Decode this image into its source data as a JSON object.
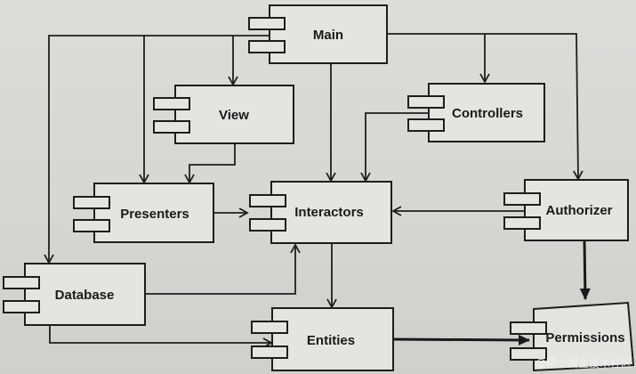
{
  "diagram": {
    "type": "component-diagram",
    "components": [
      {
        "id": "main",
        "label": "Main"
      },
      {
        "id": "view",
        "label": "View"
      },
      {
        "id": "controllers",
        "label": "Controllers"
      },
      {
        "id": "presenters",
        "label": "Presenters"
      },
      {
        "id": "interactors",
        "label": "Interactors"
      },
      {
        "id": "authorizer",
        "label": "Authorizer"
      },
      {
        "id": "database",
        "label": "Database"
      },
      {
        "id": "entities",
        "label": "Entities"
      },
      {
        "id": "permissions",
        "label": "Permissions"
      }
    ],
    "dependencies": [
      {
        "from": "main",
        "to": "view"
      },
      {
        "from": "main",
        "to": "controllers"
      },
      {
        "from": "main",
        "to": "presenters"
      },
      {
        "from": "main",
        "to": "interactors"
      },
      {
        "from": "main",
        "to": "authorizer"
      },
      {
        "from": "main",
        "to": "database"
      },
      {
        "from": "view",
        "to": "presenters"
      },
      {
        "from": "controllers",
        "to": "interactors"
      },
      {
        "from": "presenters",
        "to": "interactors"
      },
      {
        "from": "authorizer",
        "to": "interactors"
      },
      {
        "from": "authorizer",
        "to": "permissions"
      },
      {
        "from": "database",
        "to": "interactors"
      },
      {
        "from": "database",
        "to": "entities"
      },
      {
        "from": "interactors",
        "to": "entities"
      },
      {
        "from": "entities",
        "to": "permissions"
      }
    ]
  },
  "watermark": "@稀土掘金技术社区"
}
